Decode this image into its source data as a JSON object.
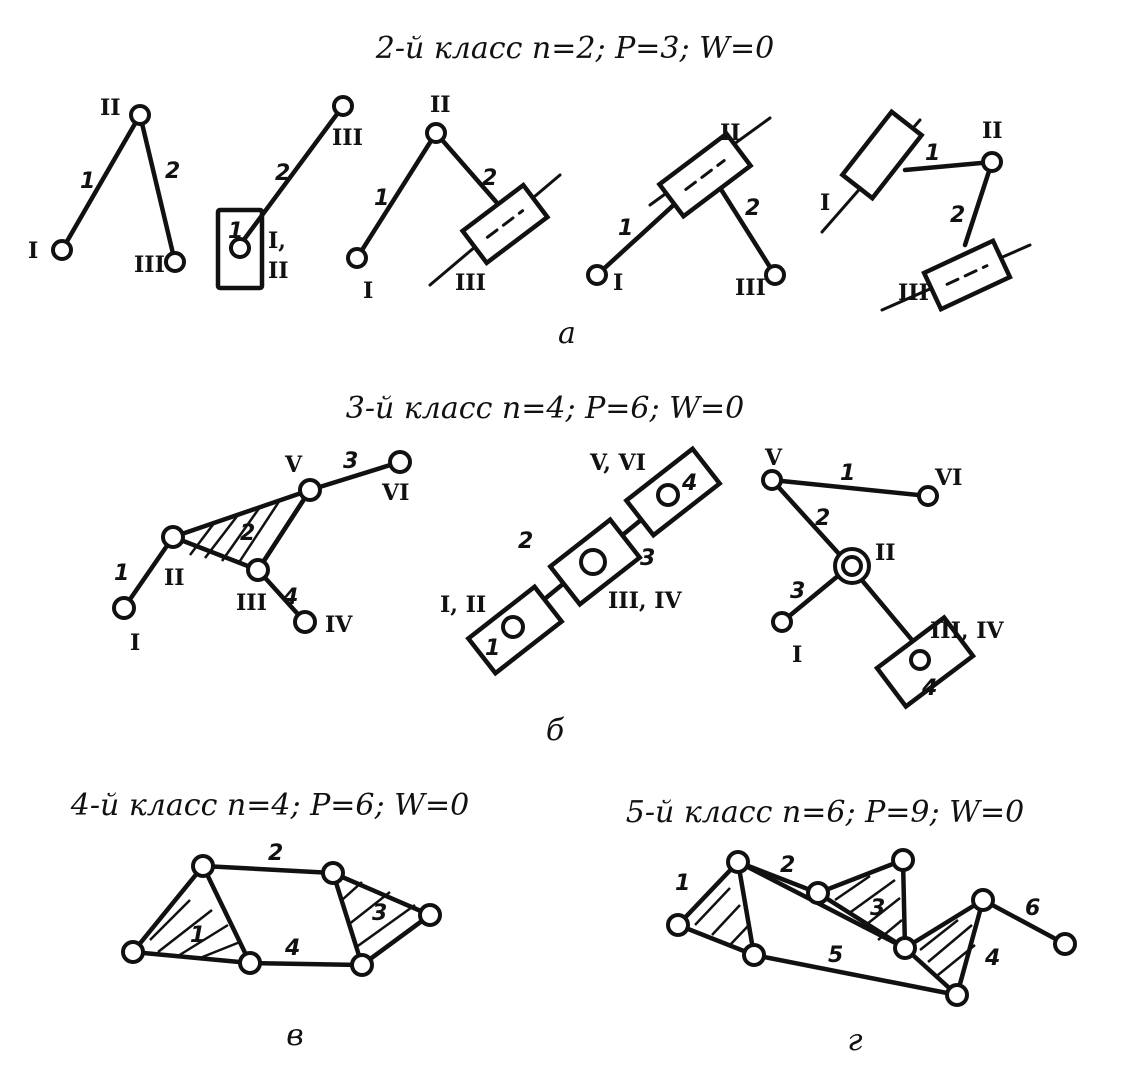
{
  "groups": {
    "a": {
      "title": "2-й класс   n=2; P=3; W=0",
      "caption": "а",
      "labels": {
        "g1_II": "II",
        "g1_1": "1",
        "g1_2": "2",
        "g1_I": "I",
        "g1_III": "III",
        "g2_2": "2",
        "g2_III": "III",
        "g2_1": "1",
        "g2_I": "I,",
        "g2_II": "II",
        "g3_II": "II",
        "g3_1": "1",
        "g3_2": "2",
        "g3_I": "I",
        "g3_III": "III",
        "g4_II": "II",
        "g4_1": "1",
        "g4_2": "2",
        "g4_I": "I",
        "g4_III": "III",
        "g5_II": "II",
        "g5_1": "1",
        "g5_I": "I",
        "g5_2": "2",
        "g5_III": "III"
      }
    },
    "b": {
      "title": "3-й класс   n=4; P=6; W=0",
      "caption": "б",
      "labels": {
        "h1_V": "V",
        "h1_3": "3",
        "h1_VI": "VI",
        "h1_2": "2",
        "h1_1": "1",
        "h1_II": "II",
        "h1_III": "III",
        "h1_4": "4",
        "h1_IV": "IV",
        "h1_I": "I",
        "h2_VVI": "V, VI",
        "h2_4": "4",
        "h2_2": "2",
        "h2_3": "3",
        "h2_IIIIV": "III, IV",
        "h2_III": "I, II",
        "h2_1": "1",
        "h3_V": "V",
        "h3_1": "1",
        "h3_VI": "VI",
        "h3_2": "2",
        "h3_II": "II",
        "h3_3": "3",
        "h3_I": "I",
        "h3_IIIIV": "III, IV",
        "h3_4": "4"
      }
    },
    "v": {
      "title": "4-й класс   n=4; P=6; W=0",
      "caption": "в",
      "labels": {
        "v_2": "2",
        "v_1": "1",
        "v_3": "3",
        "v_4": "4"
      }
    },
    "g": {
      "title": "5-й класс   n=6; P=9; W=0",
      "caption": "г",
      "labels": {
        "g_1": "1",
        "g_2": "2",
        "g_3": "3",
        "g_4": "4",
        "g_5": "5",
        "g_6": "6"
      }
    }
  }
}
